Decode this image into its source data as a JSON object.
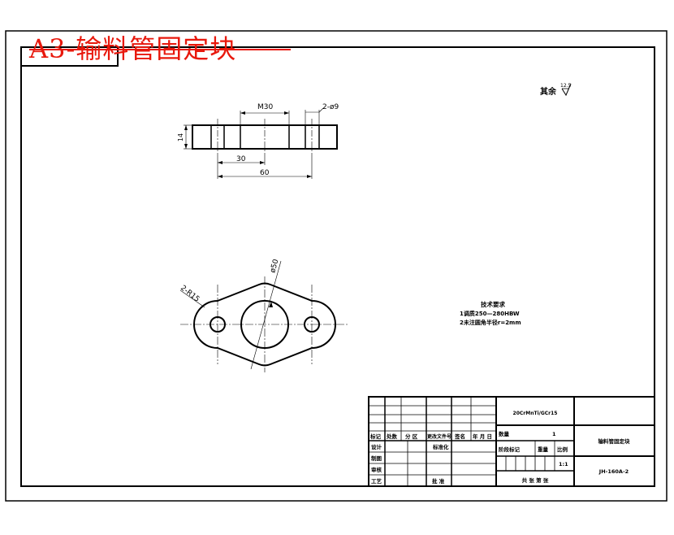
{
  "banner": {
    "title": "A3-输料管固定块"
  },
  "surface_note": {
    "label": "其余",
    "roughness": "12.5"
  },
  "front_view": {
    "dim_thread": "M30",
    "dim_holes": "2-ø9",
    "dim_thickness": "14",
    "dim_hole_spacing": "30",
    "dim_overall": "60"
  },
  "top_view": {
    "dim_radius": "2-R15",
    "dim_bore": "ø50"
  },
  "tech_requirements": {
    "title": "技术要求",
    "line1": "1调质250—280HBW",
    "line2": "2未注圆角半径r=2mm"
  },
  "title_block": {
    "material": "20CrMnTi/GCr15",
    "row_headers": [
      "标记",
      "处数",
      "分 区",
      "更改文件号",
      "签名",
      "年 月 日"
    ],
    "designer": "设计",
    "standardization": "标准化",
    "drawing": "制图",
    "review": "审核",
    "process": "工艺",
    "approval": "批 准",
    "qty_label": "数量",
    "qty_value": "1",
    "stage_label": "阶段标记",
    "weight_label": "重量",
    "scale_label": "比例",
    "scale_value": "1:1",
    "sheet_info": "共 张 第 张",
    "part_name": "输料管固定块",
    "drawing_number": "JH-160A-2"
  }
}
